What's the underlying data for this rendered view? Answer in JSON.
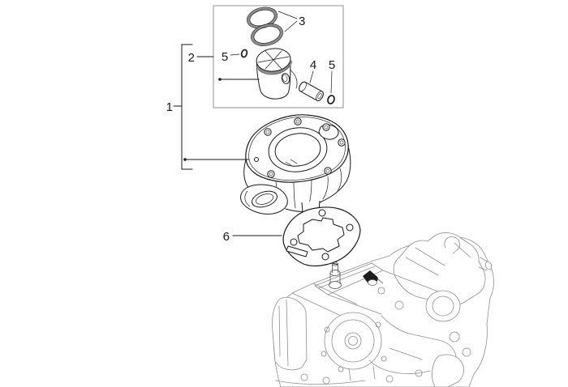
{
  "page": {
    "kind": "exploded-parts-diagram",
    "background": "#ffffff"
  },
  "colors": {
    "bg": "#ffffff",
    "line": "#1a1a1a",
    "box_border": "#9c9c9c",
    "ring_gray": "#8c8c8c",
    "engine_gray": "#8f8f8f",
    "label": "#1a1a1a",
    "dark_fill": "#1c1c1c",
    "inner_gray": "#555555"
  },
  "diagram": {
    "callouts": [
      {
        "ref": "1",
        "target": "cylinder-piston-assembly"
      },
      {
        "ref": "2",
        "target": "piston-sub-assembly-box"
      },
      {
        "ref": "3",
        "target": "piston-rings"
      },
      {
        "ref": "4",
        "target": "piston-pin"
      },
      {
        "ref": "5",
        "target": "circlip-piston-side"
      },
      {
        "ref": "5",
        "target": "circlip-pin-side"
      },
      {
        "ref": "6",
        "target": "cylinder-base-gasket"
      }
    ]
  }
}
